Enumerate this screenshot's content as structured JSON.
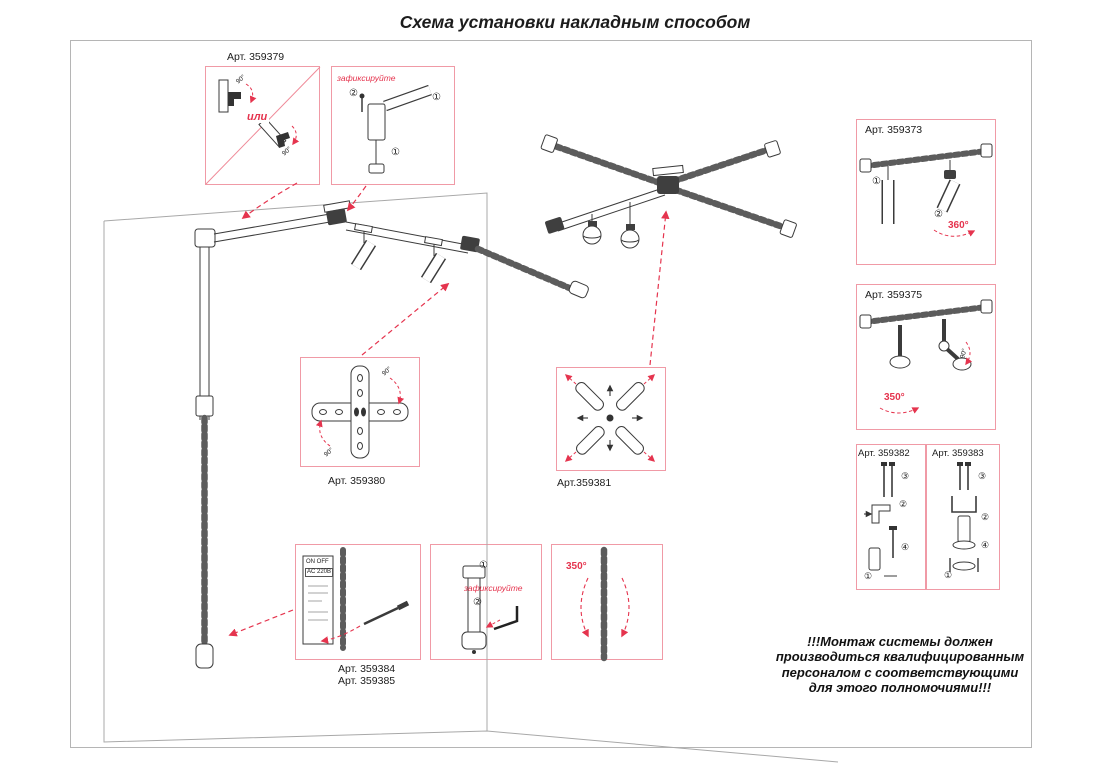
{
  "page": {
    "title": "Схема установки накладным способом"
  },
  "colors": {
    "accent_red": "#e5344e",
    "callout_border": "#f09aa6",
    "line_dark": "#3b3b3b"
  },
  "callouts": {
    "art379": {
      "label": "Арт. 359379",
      "or_text": "или",
      "angle_top": "90°",
      "angle_bottom": "90°"
    },
    "fix_top": {
      "title": "зафиксируйте",
      "step2": "②",
      "step1_right": "①",
      "step1_bottom": "①"
    },
    "art373": {
      "label": "Арт. 359373",
      "step1": "①",
      "step2": "②",
      "angle": "360°"
    },
    "art375": {
      "label": "Арт. 359375",
      "angle": "350°",
      "angle_small": "90°"
    },
    "art382": {
      "label": "Арт. 359382",
      "step1": "①",
      "step2": "②",
      "step3": "③",
      "step4": "④"
    },
    "art383": {
      "label": "Арт. 359383",
      "step1": "①",
      "step2": "②",
      "step3": "③",
      "step4": "④"
    },
    "art380": {
      "label": "Арт. 359380",
      "angle_top": "90°",
      "angle_bottom": "90°"
    },
    "art381": {
      "label": "Арт.359381"
    },
    "art384_385": {
      "label_1": "Арт. 359384",
      "label_2": "Арт. 359385",
      "switch_text": "ON  OFF",
      "voltage_text": "AC 220В"
    },
    "fix_bottom": {
      "title": "зафиксируйте",
      "step1": "①",
      "step2": "②"
    },
    "rotate_bottom": {
      "angle": "350°"
    }
  },
  "warning": {
    "line1": "!!!Монтаж системы должен",
    "line2": "производиться квалифицированным",
    "line3": "персоналом с соответствующими",
    "line4": "для этого полномочиями!!!"
  }
}
